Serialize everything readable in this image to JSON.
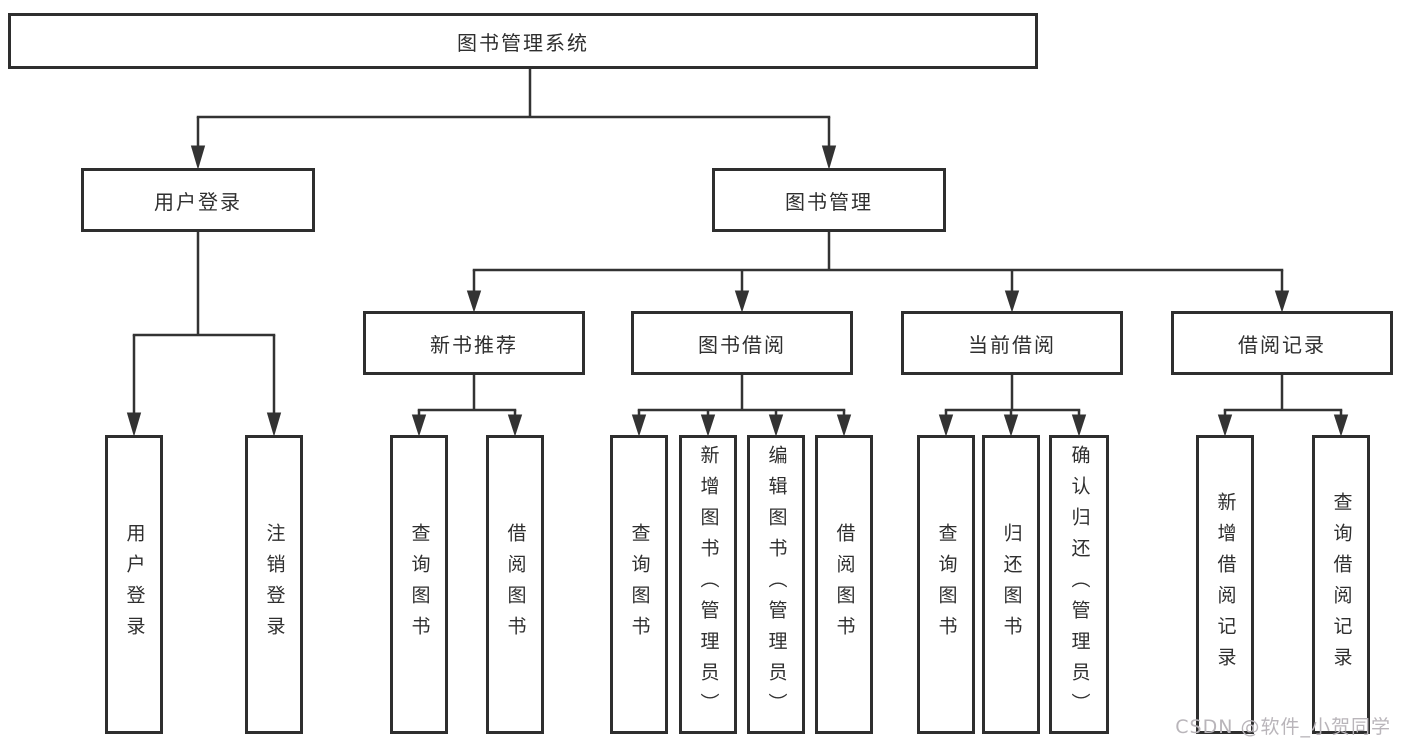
{
  "tree": {
    "root": {
      "label": "图书管理系统",
      "children": [
        {
          "label": "用户登录",
          "children": [
            {
              "label": "用户登录"
            },
            {
              "label": "注销登录"
            }
          ]
        },
        {
          "label": "图书管理",
          "children": [
            {
              "label": "新书推荐",
              "children": [
                {
                  "label": "查询图书"
                },
                {
                  "label": "借阅图书"
                }
              ]
            },
            {
              "label": "图书借阅",
              "children": [
                {
                  "label": "查询图书"
                },
                {
                  "label": "新增图书（管理员）"
                },
                {
                  "label": "编辑图书（管理员）"
                },
                {
                  "label": "借阅图书"
                }
              ]
            },
            {
              "label": "当前借阅",
              "children": [
                {
                  "label": "查询图书"
                },
                {
                  "label": "归还图书"
                },
                {
                  "label": "确认归还（管理员）"
                }
              ]
            },
            {
              "label": "借阅记录",
              "children": [
                {
                  "label": "新增借阅记录"
                },
                {
                  "label": "查询借阅记录"
                }
              ]
            }
          ]
        }
      ]
    }
  },
  "watermark": {
    "text": "CSDN @软件_小贺同学"
  },
  "colors": {
    "line": "#333333",
    "box_border": "#2e2e2e",
    "text": "#2f2f2f",
    "background": "#ffffff",
    "watermark": "#b9b5ba"
  }
}
